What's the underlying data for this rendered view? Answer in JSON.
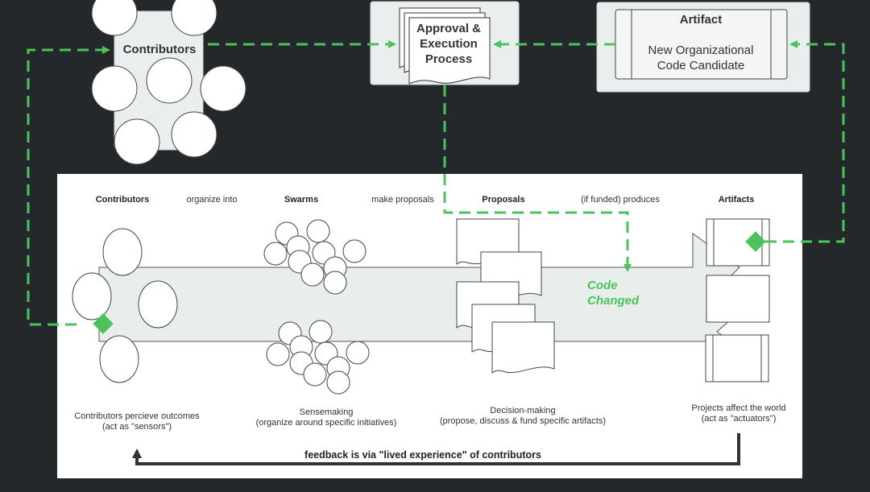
{
  "top": {
    "contributors_label": "Contributors",
    "approval": {
      "line1": "Approval &",
      "line2": "Execution",
      "line3": "Process"
    },
    "artifact": {
      "title": "Artifact",
      "line1": "New Organizational",
      "line2": "Code Candidate"
    }
  },
  "panel": {
    "headers": {
      "contributors": "Contributors",
      "organize_into": "organize into",
      "swarms": "Swarms",
      "make_proposals": "make proposals",
      "proposals": "Proposals",
      "if_funded": "(if funded) produces",
      "artifacts": "Artifacts"
    },
    "code_changed": {
      "line1": "Code",
      "line2": "Changed"
    },
    "captions": {
      "contributors": {
        "line1": "Contributors percieve outcomes",
        "line2": "(act as \"sensors\")"
      },
      "swarms": {
        "line1": "Sensemaking",
        "line2": "(organize around specific initiatives)"
      },
      "proposals": {
        "line1": "Decision-making",
        "line2": "(propose, discuss & fund specific artifacts)"
      },
      "artifacts": {
        "line1": "Projects affect the world",
        "line2": "(act as \"actuators\")"
      }
    },
    "feedback": "feedback is via \"lived experience\" of contributors"
  },
  "colors": {
    "background": "#25282b",
    "accent_green": "#4cc25a",
    "panel": "#ffffff",
    "box_fill": "#ebeeee",
    "arrow_fill": "#e8eeec",
    "stroke": "#333333",
    "feedback_arrow": "#2f3338"
  }
}
